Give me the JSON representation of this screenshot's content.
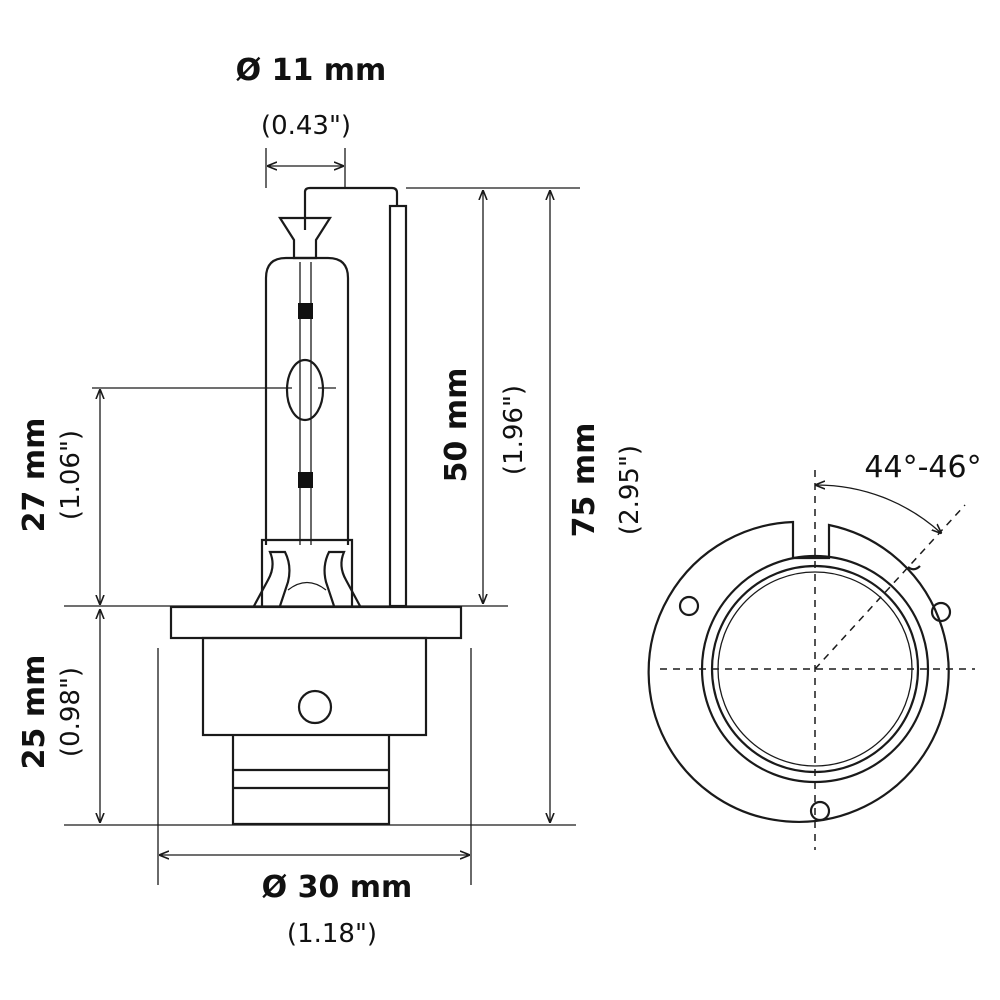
{
  "dimensions": {
    "tip_diameter": {
      "metric": "Ø 11 mm",
      "imperial": "(0.43\")"
    },
    "arc_height": {
      "metric": "27  mm",
      "imperial": "(1.06\")"
    },
    "base_height": {
      "metric": "25  mm",
      "imperial": "(0.98\")"
    },
    "tube_height": {
      "metric": "50 mm",
      "imperial": "(1.96\")"
    },
    "total_height": {
      "metric": "75 mm",
      "imperial": "(2.95\")"
    },
    "base_diameter": {
      "metric": "Ø 30 mm",
      "imperial": "(1.18\")"
    },
    "key_angle": {
      "label": "44°-46°"
    }
  },
  "colors": {
    "line": "#1a1a1a",
    "background": "#ffffff"
  }
}
